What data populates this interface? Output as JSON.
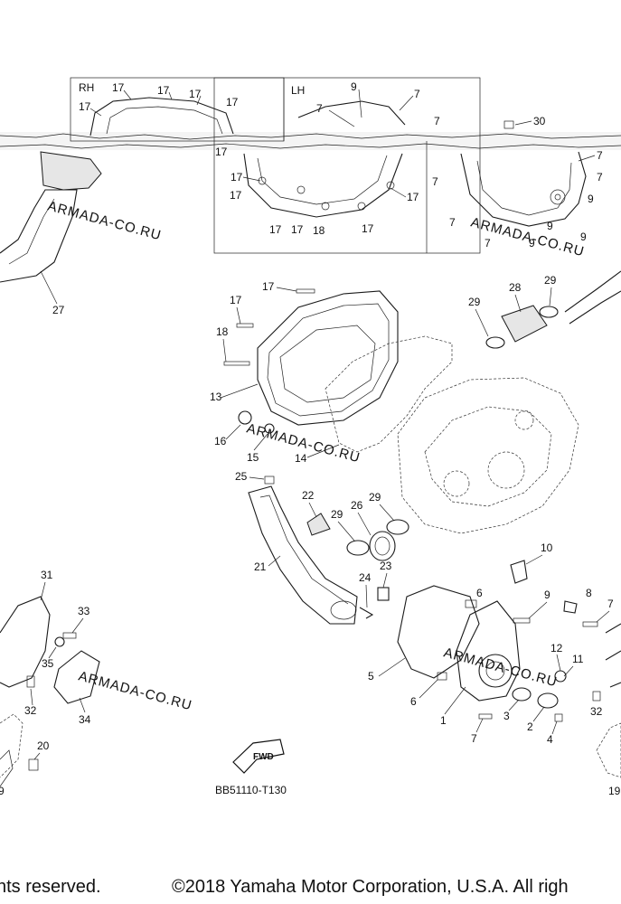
{
  "diagram": {
    "code": "BB51110-T130",
    "fwd_label": "FWD",
    "watermark": "ARMADA-CO.RU",
    "rh_box": {
      "title": "RH",
      "labels": [
        "17",
        "17",
        "17",
        "17",
        "17",
        "17"
      ]
    },
    "lh_box": {
      "title": "LH",
      "labels": [
        "9",
        "7",
        "7",
        "7",
        "17",
        "17",
        "17",
        "17",
        "18",
        "17",
        "17"
      ]
    },
    "right_box": {
      "labels": [
        "30",
        "7",
        "7",
        "7",
        "7",
        "9",
        "9",
        "9",
        "9",
        "7"
      ]
    },
    "callouts": {
      "p1": "1",
      "p2": "2",
      "p3": "3",
      "p4": "4",
      "p5": "5",
      "p6a": "6",
      "p6b": "6",
      "p7a": "7",
      "p7b": "7",
      "p8": "8",
      "p9": "9",
      "p10": "10",
      "p11": "11",
      "p12": "12",
      "p13": "13",
      "p14": "14",
      "p15": "15",
      "p16": "16",
      "p17a": "17",
      "p17b": "17",
      "p18": "18",
      "p19": "19",
      "p20": "20",
      "p21": "21",
      "p22": "22",
      "p23": "23",
      "p24": "24",
      "p25": "25",
      "p26": "26",
      "p27": "27",
      "p28": "28",
      "p29a": "29",
      "p29b": "29",
      "p29c": "29",
      "p29d": "29",
      "p31": "31",
      "p32a": "32",
      "p32b": "32",
      "p33": "33",
      "p34": "34",
      "p35": "35",
      "p9left": "9"
    }
  },
  "footer": {
    "left": "nts reserved.",
    "right": "©2018 Yamaha Motor Corporation, U.S.A. All righ"
  }
}
